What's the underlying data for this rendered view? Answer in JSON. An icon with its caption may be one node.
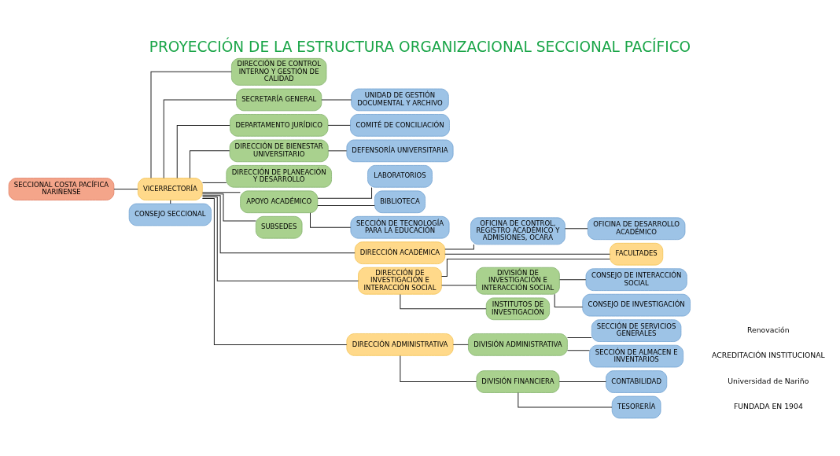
{
  "diagram": {
    "title": "PROYECCIÓN DE LA ESTRUCTURA ORGANIZACIONAL SECCIONAL PACÍFICO",
    "nodes": [
      {
        "text": [
          "SECCIONAL COSTA PACÍFICA NARIÑENSE"
        ]
      },
      {
        "text": [
          "CONSEJO SECCIONAL"
        ]
      },
      {
        "text": [
          "VICERRECTORÍA"
        ]
      },
      {
        "text": [
          "DIRECCIÓN DE CONTROL INTERNO Y GESTIÓN DE CALIDAD"
        ]
      },
      {
        "text": [
          "SECRETARÍA GENERAL"
        ]
      },
      {
        "text": [
          "UNIDAD DE GESTIÓN DOCUMENTAL Y ARCHIVO"
        ]
      },
      {
        "text": [
          "DEPARTAMENTO JURÍDICO"
        ]
      },
      {
        "text": [
          "COMITÉ DE CONCILIACIÓN"
        ]
      },
      {
        "text": [
          "DIRECCIÓN DE BIENESTAR UNIVERSITARIO"
        ]
      },
      {
        "text": [
          "DEFENSORÍA UNIVERSITARIA"
        ]
      },
      {
        "text": [
          "DIRECCIÓN DE PLANEACIÓN Y DESARROLLO"
        ]
      },
      {
        "text": [
          "APOYO ACADÉMICO"
        ]
      },
      {
        "text": [
          "LABORATORIOS"
        ]
      },
      {
        "text": [
          "BIBLIOTECA"
        ]
      },
      {
        "text": [
          "SECCIÓN DE TECNOLOGÍA PARA LA EDUCACIÓN"
        ]
      },
      {
        "text": [
          "SUBSEDES"
        ]
      },
      {
        "text": [
          "DIRECCIÓN ACADÉMICA"
        ]
      },
      {
        "text": [
          "DIRECCIÓN ADMINISTRATIVA"
        ]
      },
      {
        "text": [
          "DIRECCIÓN DE INVESTIGACIÓN E INTERACCIÓN SOCIAL"
        ]
      },
      {
        "text": [
          "DIVISIÓN ADMINISTRATIVA"
        ]
      },
      {
        "text": [
          "DIVISIÓN FINANCIERA"
        ]
      },
      {
        "text": [
          "OFICINA DE CONTROL, REGISTRO ACADÉMICO Y ADMISIONES, OCARA"
        ]
      },
      {
        "text": [
          "DIVISIÓN DE INVESTIGACIÓN E INTERACCIÓN SOCIAL"
        ]
      },
      {
        "text": [
          "INSTITUTOS DE INVESTIGACIÓN"
        ]
      },
      {
        "text": [
          "SECCIÓN DE SERVICIOS GENERALES"
        ]
      },
      {
        "text": [
          "CONTABILIDAD"
        ]
      },
      {
        "text": [
          "OFICINA DE DESARROLLO ACADÉMICO"
        ]
      },
      {
        "text": [
          "SECCIÓN DE ALMACEN E INVENTARIOS"
        ]
      },
      {
        "text": [
          "TESORERÍA"
        ]
      },
      {
        "text": [
          "CONSEJO DE INTERACCIÓN SOCIAL"
        ]
      },
      {
        "text": [
          "CONSEJO DE INVESTIGACIÓN"
        ]
      },
      {
        "text": [
          "FACULTADES"
        ]
      }
    ],
    "edges": [
      {
        "from": 0,
        "to": 2,
        "arrow": "none"
      },
      {
        "from": 2,
        "to": 1,
        "arrow": "none"
      },
      {
        "from": 2,
        "to": 3,
        "arrow": "none"
      },
      {
        "from": 2,
        "to": 4,
        "arrow": "none"
      },
      {
        "from": 2,
        "to": 6,
        "arrow": "none"
      },
      {
        "from": 2,
        "to": 8,
        "arrow": "none"
      },
      {
        "from": 2,
        "to": 10,
        "arrow": "none"
      },
      {
        "from": 2,
        "to": 11,
        "arrow": "none"
      },
      {
        "from": 2,
        "to": 15,
        "arrow": "none"
      },
      {
        "from": 2,
        "to": 16,
        "arrow": "none"
      },
      {
        "from": 2,
        "to": 17,
        "arrow": "none"
      },
      {
        "from": 2,
        "to": 18,
        "arrow": "none"
      },
      {
        "from": 4,
        "to": 5,
        "arrow": "none"
      },
      {
        "from": 6,
        "to": 7,
        "arrow": "none"
      },
      {
        "from": 8,
        "to": 9,
        "arrow": "none"
      },
      {
        "from": 11,
        "to": 12,
        "arrow": "none"
      },
      {
        "from": 11,
        "to": 13,
        "arrow": "none"
      },
      {
        "from": 11,
        "to": 14,
        "arrow": "none"
      },
      {
        "from": 16,
        "to": 21,
        "arrow": "none"
      },
      {
        "from": 21,
        "to": 26,
        "arrow": "none"
      },
      {
        "from": 17,
        "to": 19,
        "arrow": "none"
      },
      {
        "from": 17,
        "to": 20,
        "arrow": "none"
      },
      {
        "from": 19,
        "to": 24,
        "arrow": "none"
      },
      {
        "from": 19,
        "to": 27,
        "arrow": "none"
      },
      {
        "from": 20,
        "to": 25,
        "arrow": "none"
      },
      {
        "from": 20,
        "to": 28,
        "arrow": "none"
      },
      {
        "from": 18,
        "to": 22,
        "arrow": "none"
      },
      {
        "from": 18,
        "to": 23,
        "arrow": "none"
      },
      {
        "from": 22,
        "to": 29,
        "arrow": "none"
      },
      {
        "from": 22,
        "to": 30,
        "arrow": "none"
      },
      {
        "from": 16,
        "to": 31,
        "arrow": "none"
      },
      {
        "from": 18,
        "to": 31,
        "arrow": "none"
      }
    ],
    "labels": [
      "Universidad de Nariño",
      "FUNDADA EN 1904",
      "Renovación",
      "ACREDITACIÓN INSTITUCIONAL"
    ]
  }
}
